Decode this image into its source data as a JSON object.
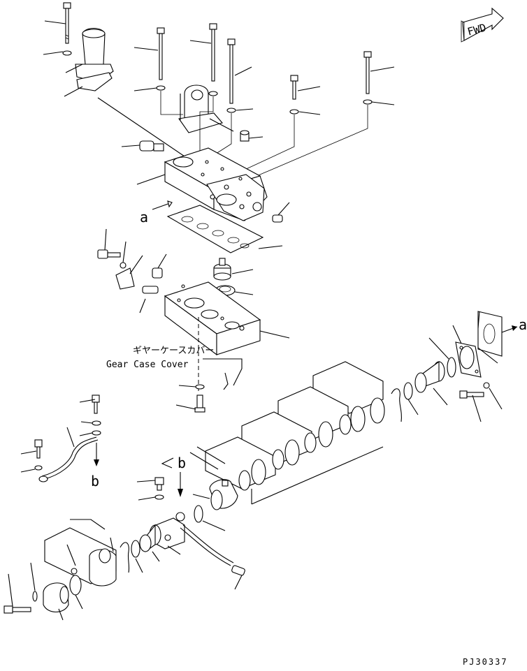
{
  "diagram": {
    "fwd_label": "FWD",
    "callout_a": "a",
    "callout_b": "b",
    "arrow_a_right": "a",
    "arrow_b_lower": "b",
    "note_jp": "ギヤーケースカバー",
    "note_en": "Gear Case Cover",
    "drawing_number": "PJ30337"
  }
}
